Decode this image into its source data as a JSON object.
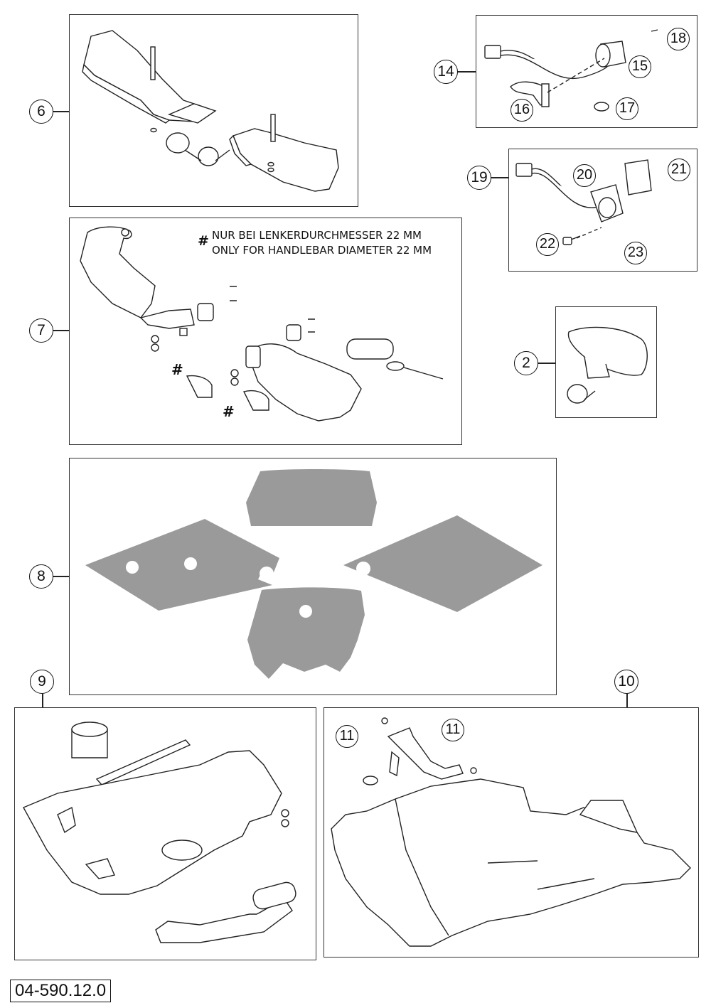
{
  "callouts": {
    "c6": "6",
    "c7": "7",
    "c8": "8",
    "c9": "9",
    "c10": "10",
    "c11a": "11",
    "c11b": "11",
    "c14": "14",
    "c15": "15",
    "c16": "16",
    "c17": "17",
    "c18": "18",
    "c19": "19",
    "c20": "20",
    "c21": "21",
    "c22": "22",
    "c23": "23",
    "c2": "2"
  },
  "note": {
    "marker": "#",
    "line_de": "NUR BEI LENKERDURCHMESSER 22 MM",
    "line_en": "ONLY FOR HANDLEBAR DIAMETER 22 MM"
  },
  "hash_marks": [
    "#",
    "#"
  ],
  "doc_number": "04-590.12.0",
  "colors": {
    "sticker_gray": "#9a9a9a",
    "line": "#222222"
  }
}
